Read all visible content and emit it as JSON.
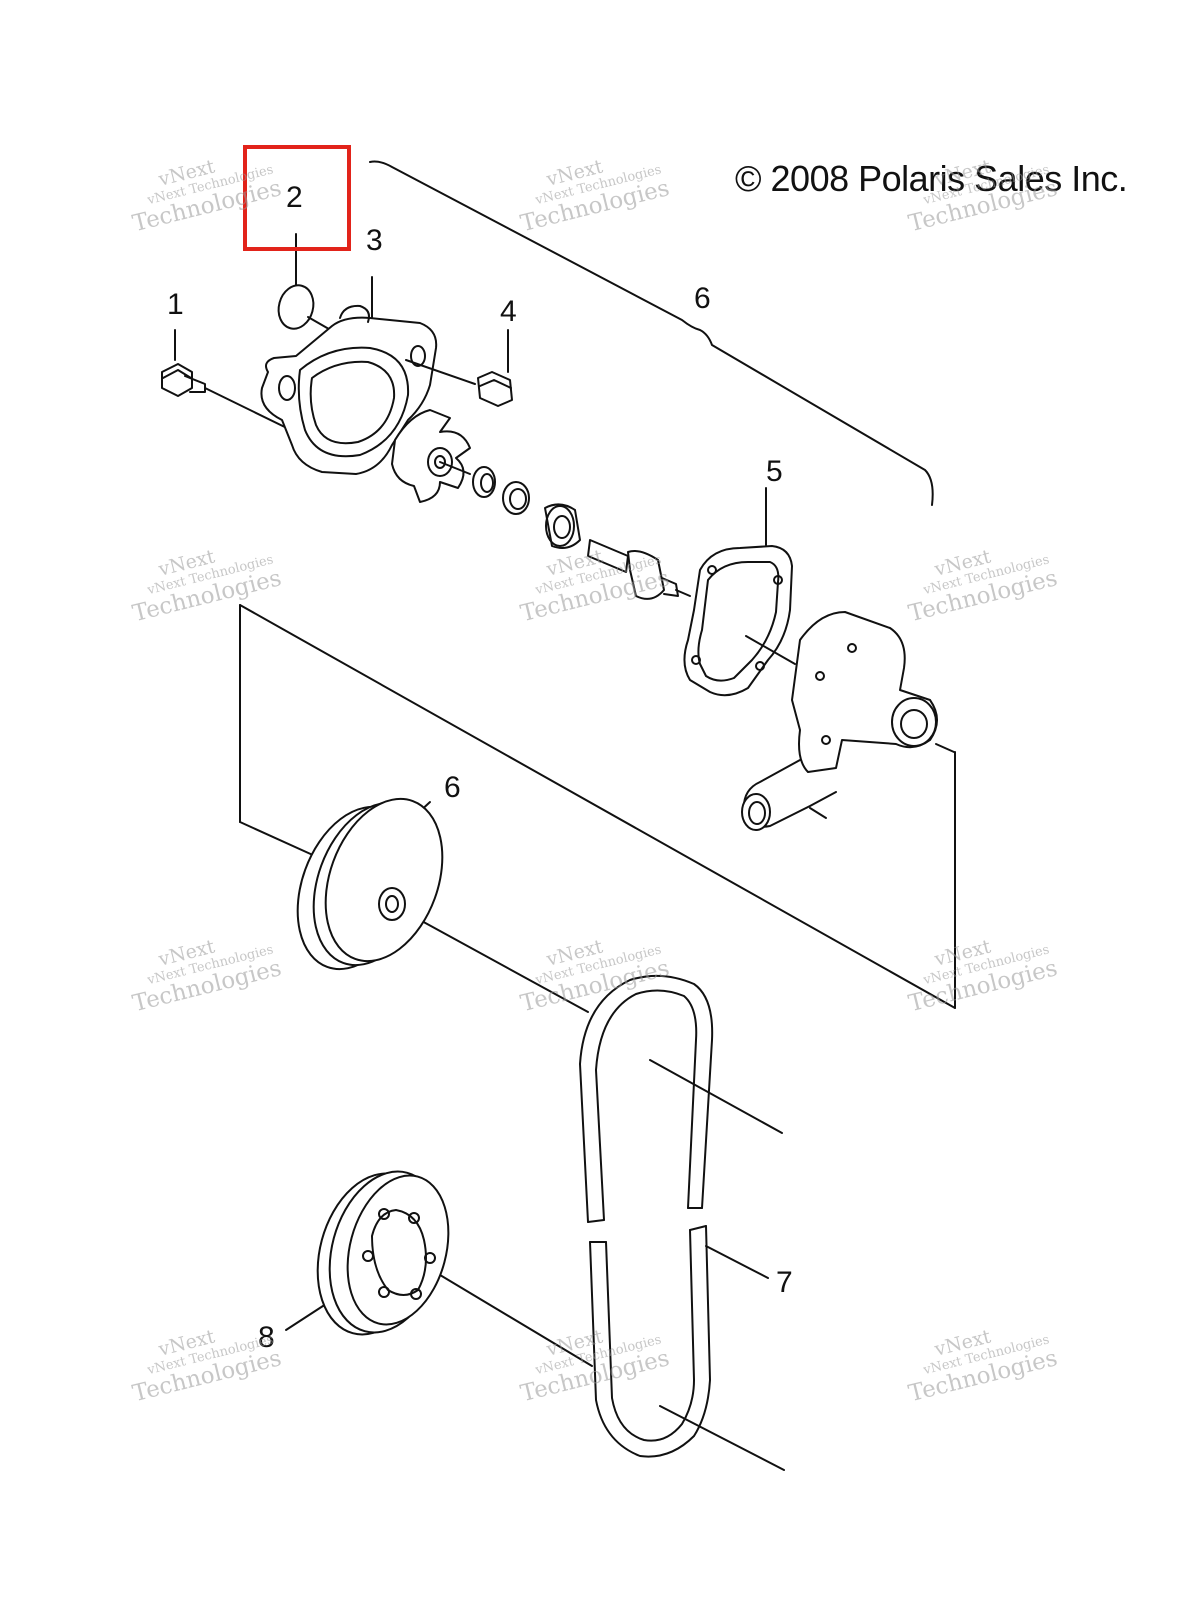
{
  "copyright": "© 2008 Polaris Sales Inc.",
  "highlight_color": "#e2231a",
  "callouts": {
    "c1": "1",
    "c2": "2",
    "c3": "3",
    "c4": "4",
    "c5": "5",
    "c6a": "6",
    "c6b": "6",
    "c7": "7",
    "c8": "8"
  },
  "watermark": {
    "line1": "vNext",
    "line2": "vNext Technologies",
    "line3": "Technologies"
  }
}
